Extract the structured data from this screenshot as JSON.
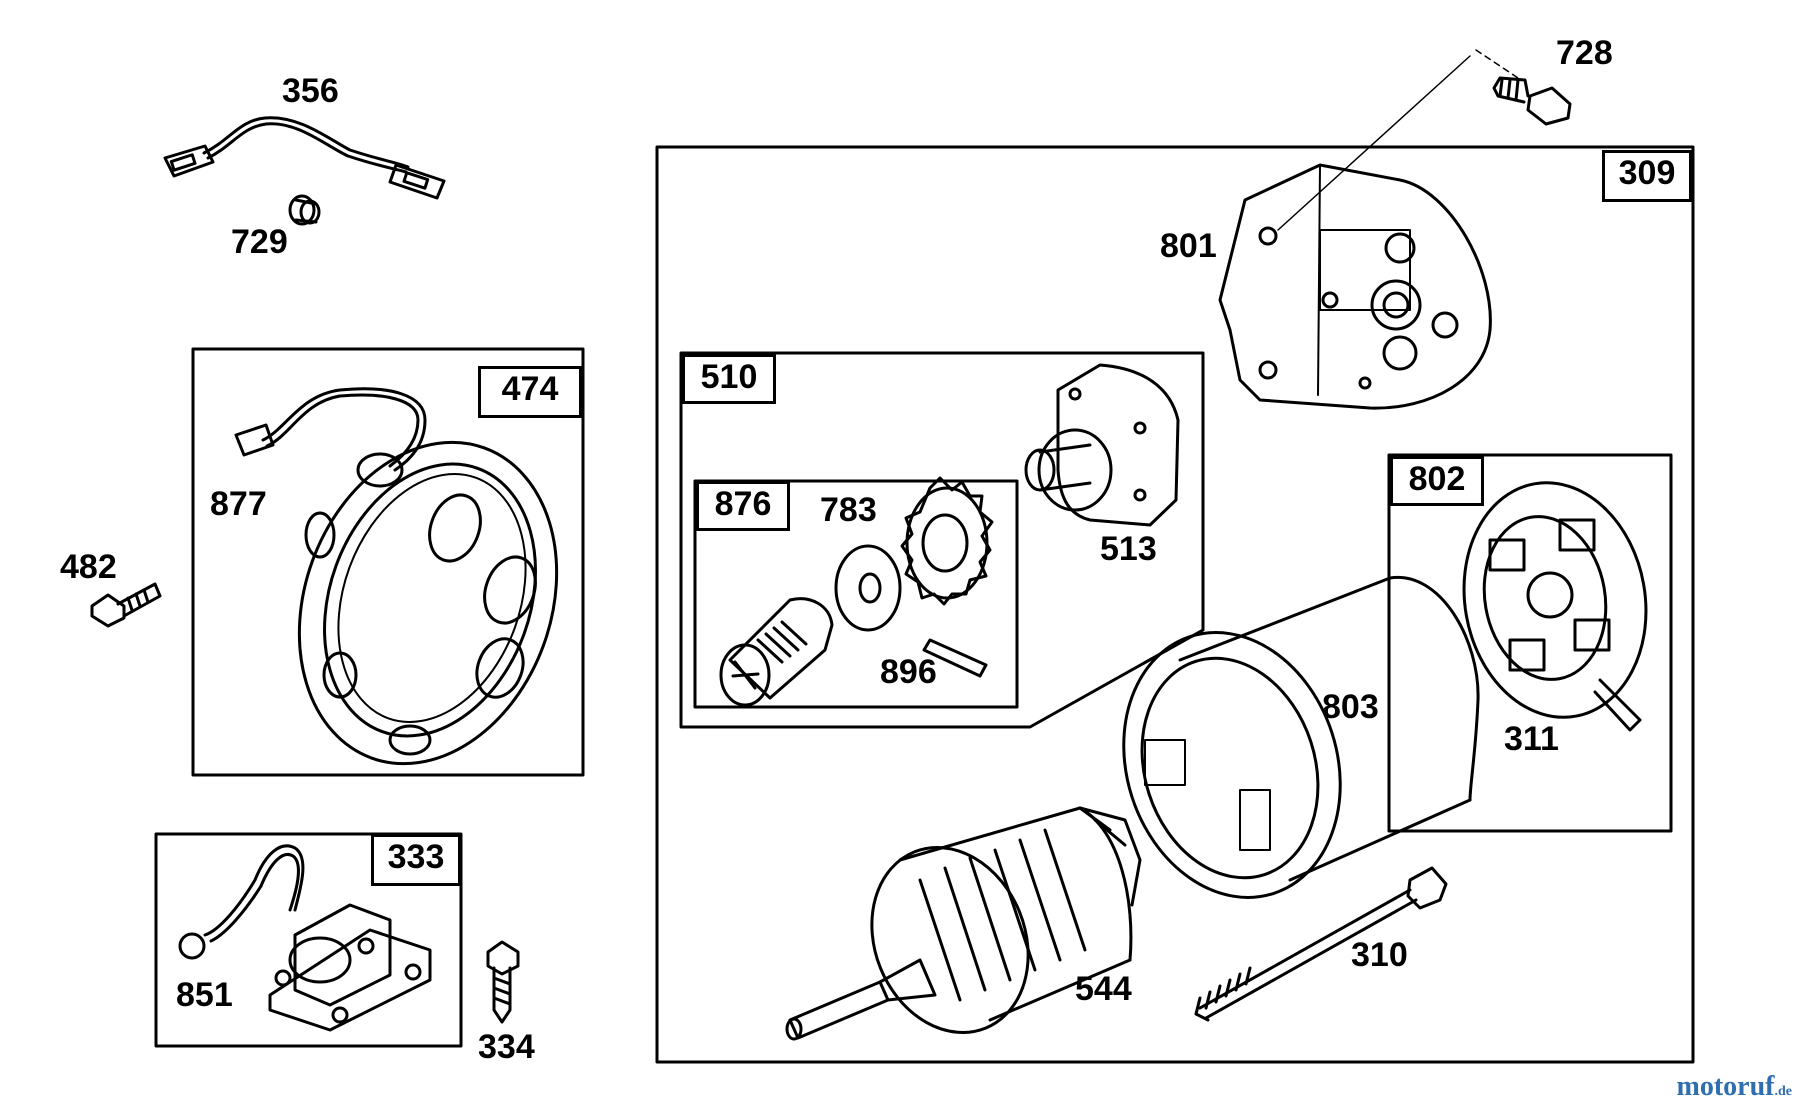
{
  "diagram": {
    "groups": [
      {
        "id": "309",
        "label": "309"
      },
      {
        "id": "474",
        "label": "474"
      },
      {
        "id": "510",
        "label": "510"
      },
      {
        "id": "876",
        "label": "876"
      },
      {
        "id": "802",
        "label": "802"
      },
      {
        "id": "333",
        "label": "333"
      }
    ],
    "parts": {
      "p356": "356",
      "p729": "729",
      "p728": "728",
      "p801": "801",
      "p877": "877",
      "p482": "482",
      "p513": "513",
      "p783": "783",
      "p896": "896",
      "p803": "803",
      "p311": "311",
      "p310": "310",
      "p544": "544",
      "p851": "851",
      "p334": "334"
    },
    "watermark": {
      "name": "motoruf",
      "tld": ".de",
      "color": "#2f6fb0"
    }
  }
}
